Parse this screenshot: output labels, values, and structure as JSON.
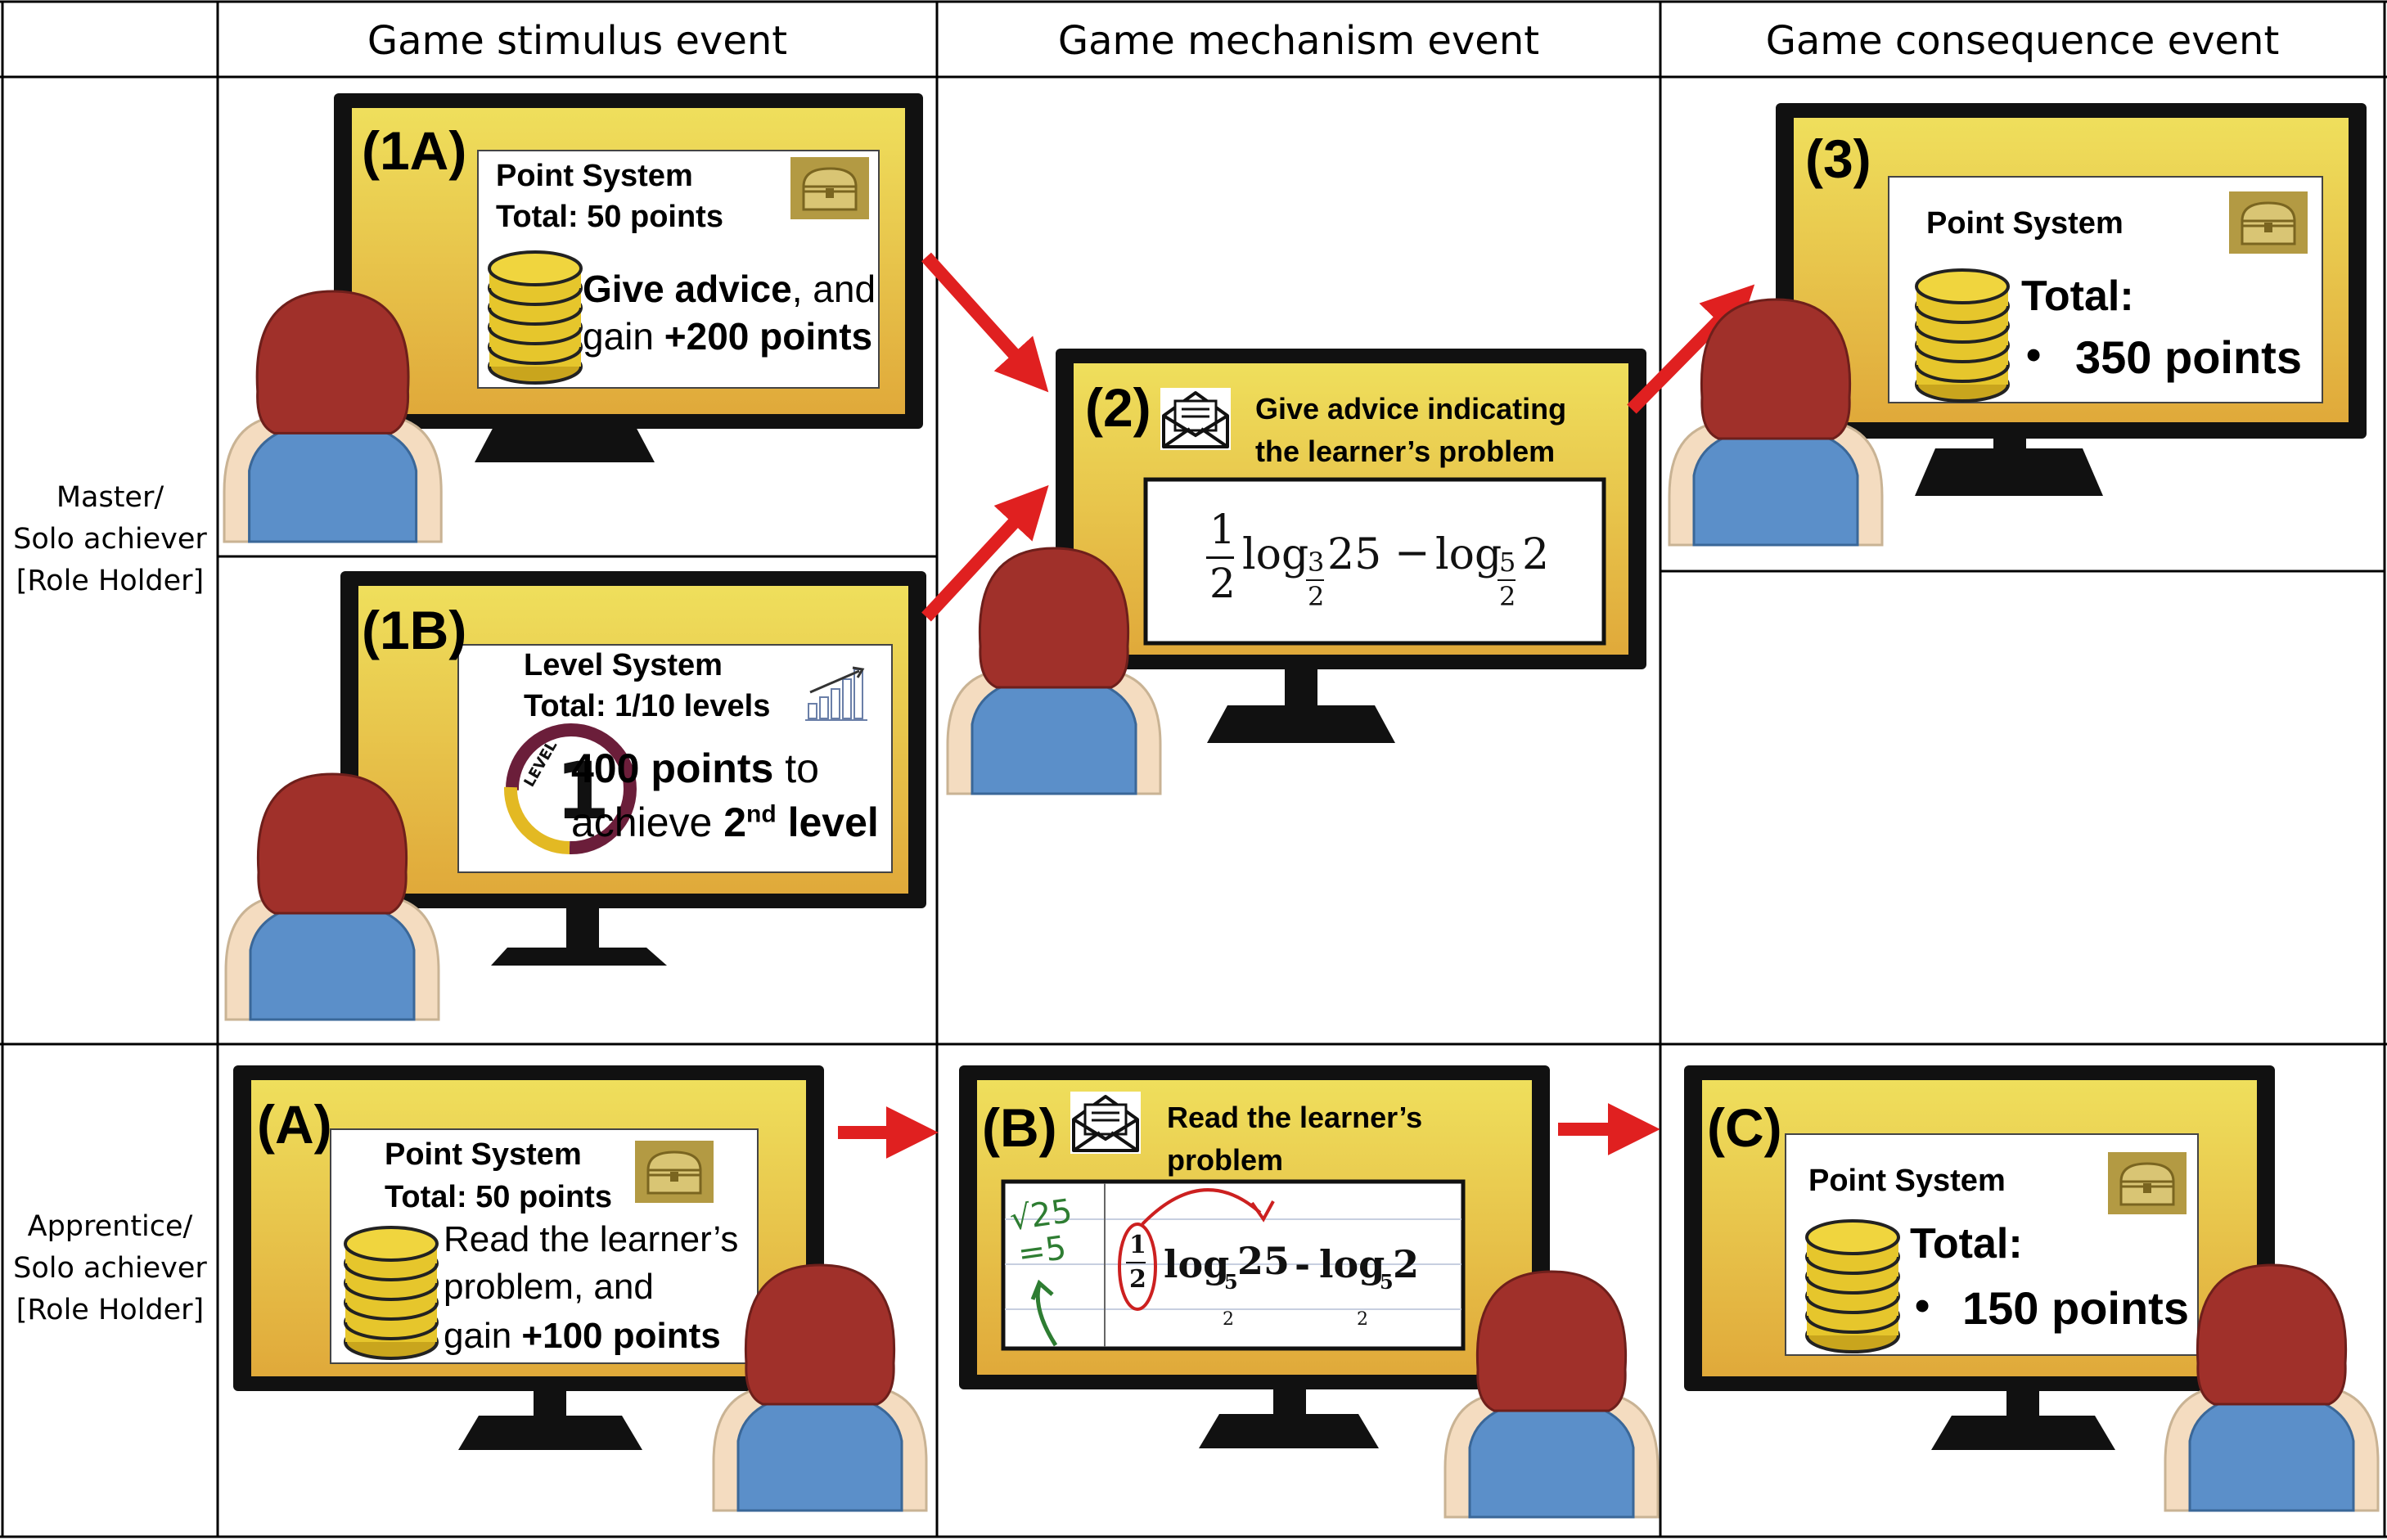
{
  "headers": {
    "stimulus": "Game stimulus event",
    "mechanism": "Game mechanism event",
    "consequence": "Game consequence event"
  },
  "roles": {
    "master": [
      "Master/",
      "Solo achiever",
      "[Role Holder]"
    ],
    "apprentice": [
      "Apprentice/",
      "Solo achiever",
      "[Role Holder]"
    ]
  },
  "screens": {
    "s1a": {
      "label": "(1A)",
      "title": "Point System",
      "total": "Total: 50 points",
      "line1_bold": "Give advice",
      "line1_rest": ", and",
      "line2_pre": "gain ",
      "line2_bold": "+200 points"
    },
    "s1b": {
      "label": "(1B)",
      "title": "Level System",
      "total": "Total: 1/10 levels",
      "badge_ring": "LEVEL",
      "badge_num": "1",
      "line1_bold": "400 points",
      "line1_rest": " to",
      "line2_pre": "achieve ",
      "line2_bold": "2",
      "line2_sup": "nd",
      "line2_bold2": " level"
    },
    "s2": {
      "label": "(2)",
      "msg": [
        "Give advice indicating",
        "the learner’s problem"
      ],
      "math": {
        "frac_num": "1",
        "frac_den": "2",
        "log1": "log",
        "base1_num": "3",
        "base1_den": "2",
        "arg1": "25",
        "minus": "−",
        "log2": "log",
        "base2_num": "5",
        "base2_den": "2",
        "arg2": "2"
      }
    },
    "s3": {
      "label": "(3)",
      "title": "Point System",
      "total": "Total:",
      "bullet": "•",
      "points": "350 points"
    },
    "sA": {
      "label": "(A)",
      "title": "Point System",
      "total": "Total: 50 points",
      "lines": [
        "Read the learner’s",
        "problem, and"
      ],
      "line3_pre": "gain ",
      "line3_bold": "+100 points"
    },
    "sB": {
      "label": "(B)",
      "msg": [
        "Read the learner’s",
        "problem"
      ],
      "note": {
        "scribble": "√25",
        "scribble2": "=5",
        "frac_num": "1",
        "frac_den": "2",
        "log1": "log",
        "base1": "5",
        "base1_den": "2",
        "arg1": "25",
        "minus": "-",
        "log2": "log",
        "base2": "5",
        "base2_den": "2",
        "arg2": "2"
      }
    },
    "sC": {
      "label": "(C)",
      "title": "Point System",
      "total": "Total:",
      "bullet": "•",
      "points": "150 points"
    }
  },
  "colors": {
    "screen_fill_top": "#eedc5a",
    "screen_fill_bottom": "#e0aa38",
    "arrow": "#e02020",
    "hair": "#a0302a",
    "shirt": "#5b8fc9",
    "skin": "#f4dcc0",
    "coin": "#e6c62c",
    "chest": "#b39a43"
  },
  "icons": [
    "treasure-chest-icon",
    "coin-stack-icon",
    "bar-chart-icon",
    "level-badge-icon",
    "envelope-icon",
    "red-arrow-icon",
    "person-figure"
  ]
}
